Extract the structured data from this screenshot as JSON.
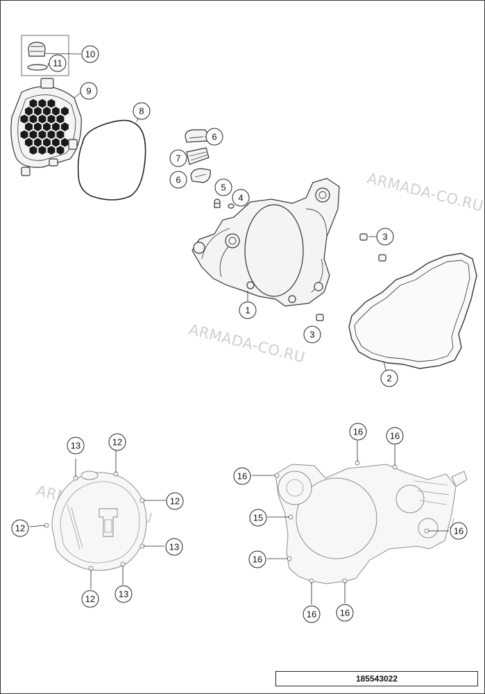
{
  "watermark": "ARMADA-CO.RU",
  "document_number": "185543022",
  "callouts": {
    "c1": "1",
    "c2": "2",
    "c3a": "3",
    "c3b": "3",
    "c4": "4",
    "c5": "5",
    "c6a": "6",
    "c6b": "6",
    "c7": "7",
    "c8": "8",
    "c9": "9",
    "c10": "10",
    "c11": "11",
    "c12a": "12",
    "c12b": "12",
    "c12c": "12",
    "c12d": "12",
    "c13a": "13",
    "c13b": "13",
    "c13c": "13",
    "c15": "15",
    "c16a": "16",
    "c16b": "16",
    "c16c": "16",
    "c16d": "16",
    "c16e": "16",
    "c16f": "16",
    "c16g": "16"
  },
  "colors": {
    "line": "#222222",
    "watermark": "#cfcfcf",
    "fill": "#f4f4f4"
  }
}
